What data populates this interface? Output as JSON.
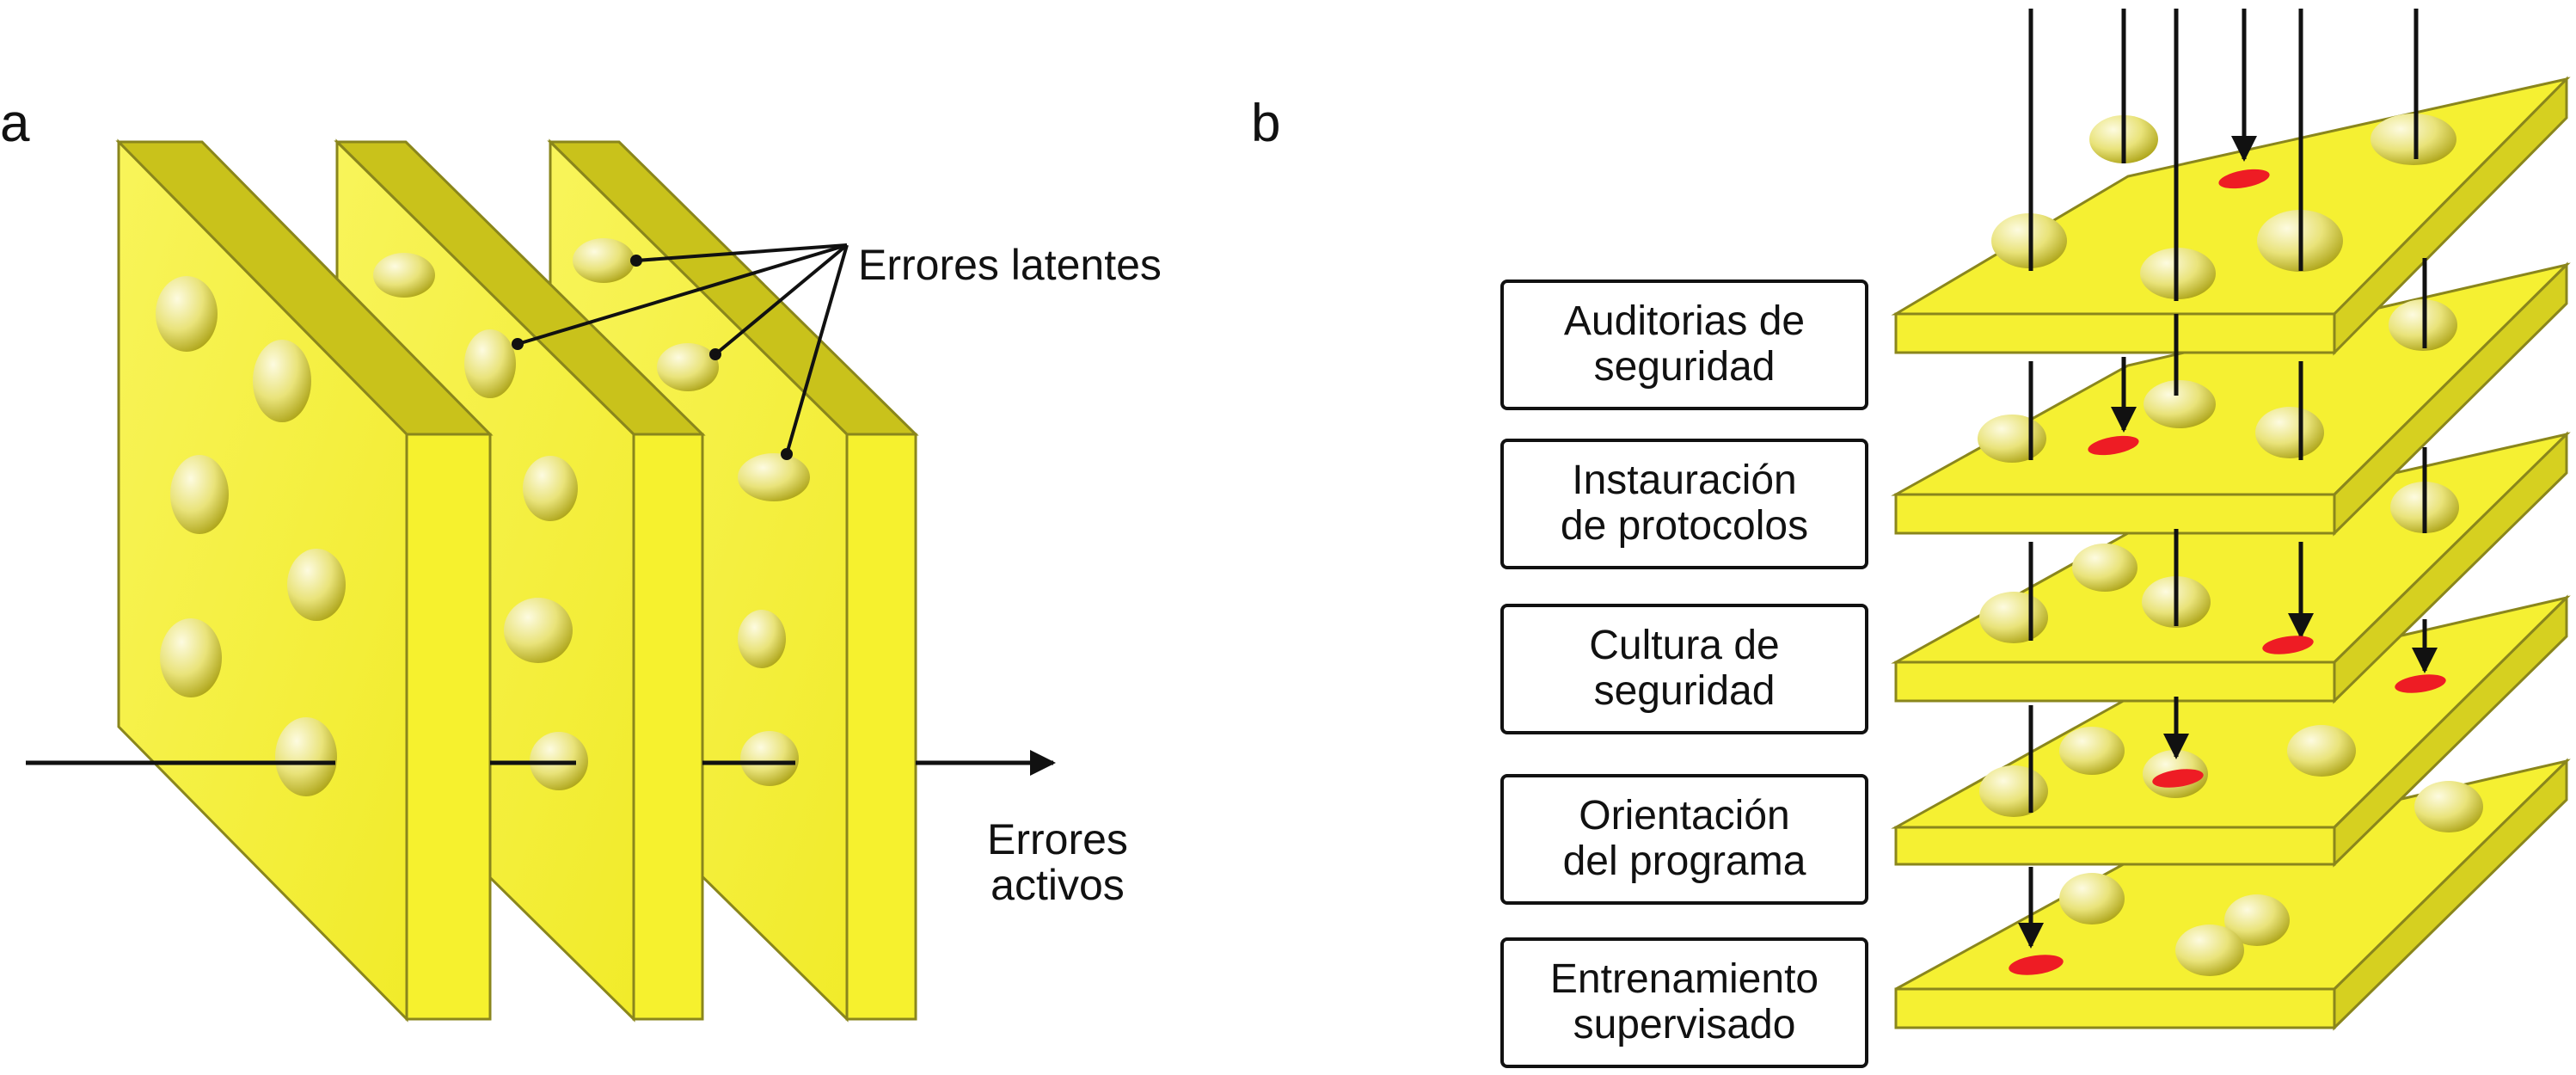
{
  "panel_a": {
    "letter": "a",
    "latent_label": "Errores latentes",
    "active_label_line1": "Errores",
    "active_label_line2": "activos"
  },
  "panel_b": {
    "letter": "b",
    "layers": [
      {
        "line1": "Auditorias de",
        "line2": "seguridad"
      },
      {
        "line1": "Instauración",
        "line2": "de protocolos"
      },
      {
        "line1": "Cultura de",
        "line2": "seguridad"
      },
      {
        "line1": "Orientación",
        "line2": "del programa"
      },
      {
        "line1": "Entrenamiento",
        "line2": "supervisado"
      }
    ]
  },
  "colors": {
    "cheese": "#f5f032",
    "cheese_dark": "#c9c21b",
    "cheese_edge": "#8a861c",
    "hole_light": "#fbf9c8",
    "hole_dark": "#b9b21e",
    "error_mark": "#ee1c24",
    "line": "#111111"
  }
}
